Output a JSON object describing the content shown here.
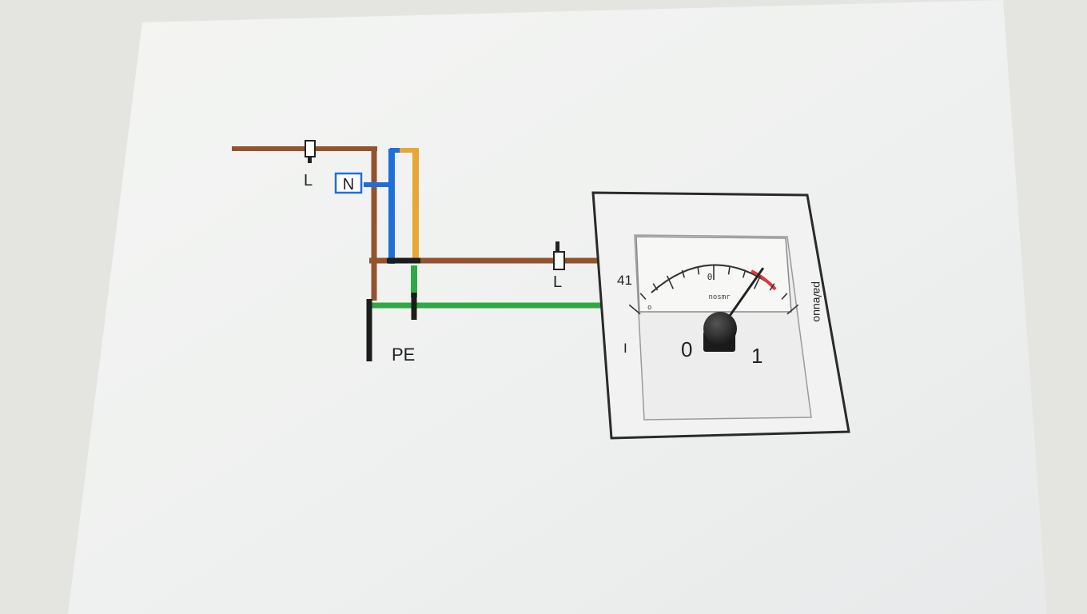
{
  "diagram": {
    "labels": {
      "line_top": "L",
      "neutral": "N",
      "line_mid": "L",
      "protective_earth": "PE"
    },
    "meter": {
      "side_left_mark": "41",
      "side_left_lower": "I",
      "scale_center_mark": "0",
      "scale_caption": "nosmr",
      "scale_left_mark": "o",
      "switch_off_label": "0",
      "switch_on_label": "1",
      "vertical_caption": "pa/ɐuuo",
      "needle_level": 0.85
    },
    "colors": {
      "line_brown": "#93532f",
      "neutral_blue": "#1f6fd8",
      "phase_orange": "#e8a733",
      "earth_green": "#2fa845",
      "earth_black": "#1c1c1c",
      "red_zone": "#d93a3a"
    }
  }
}
